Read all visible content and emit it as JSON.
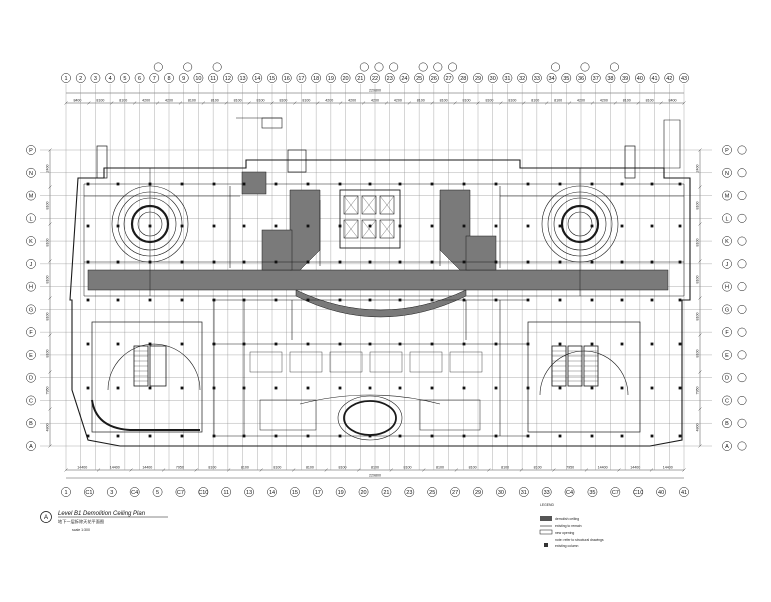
{
  "drawing": {
    "title_en": "Level B1 Demolition Ceiling Plan",
    "title_cn": "地下一层拆除天花平面图",
    "scale_note": "scale 1:300",
    "marker_letter": "A"
  },
  "grid": {
    "top_bubbles": [
      "1",
      "2",
      "3",
      "4",
      "5",
      "6",
      "7",
      "8",
      "9",
      "10",
      "11",
      "12",
      "13",
      "14",
      "15",
      "16",
      "17",
      "18",
      "19",
      "20",
      "21",
      "22",
      "23",
      "24",
      "25",
      "26",
      "27",
      "28",
      "29",
      "30",
      "31",
      "32",
      "33",
      "34",
      "35",
      "36",
      "37",
      "38",
      "39",
      "40",
      "41",
      "42",
      "43"
    ],
    "bottom_bubbles": [
      "1",
      "C1",
      "3",
      "C4",
      "5",
      "C7",
      "C10",
      "11",
      "13",
      "14",
      "15",
      "17",
      "19",
      "20",
      "21",
      "23",
      "25",
      "27",
      "29",
      "30",
      "31",
      "33",
      "C4",
      "35",
      "C7",
      "C10",
      "40",
      "41"
    ],
    "left_bubbles": [
      "P",
      "N",
      "M",
      "L",
      "K",
      "J",
      "H",
      "G",
      "F",
      "E",
      "D",
      "C",
      "B",
      "A"
    ],
    "right_bubbles": [
      "P",
      "N",
      "M",
      "L",
      "K",
      "J",
      "H",
      "G",
      "F",
      "E",
      "D",
      "C",
      "B",
      "A"
    ]
  },
  "dimensions": {
    "top_overall": "229800",
    "bottom_overall": "229800",
    "top_segments": [
      "8400",
      "8100",
      "8100",
      "4200",
      "4200",
      "8100",
      "8100",
      "8100",
      "8100",
      "8100",
      "8100",
      "4200",
      "4200",
      "4200",
      "4200",
      "8100",
      "8100",
      "8100",
      "8100",
      "8100",
      "8100",
      "8100",
      "4200",
      "4200",
      "8100",
      "8100",
      "8400"
    ],
    "bottom_segments": [
      "14400",
      "14400",
      "14400",
      "7950",
      "8100",
      "8100",
      "8100",
      "8100",
      "8100",
      "8100",
      "8100",
      "8100",
      "8100",
      "8100",
      "8100",
      "7950",
      "14400",
      "14400",
      "14400"
    ],
    "left_segments": [
      "2400",
      "8100",
      "8100",
      "8100",
      "8100",
      "8100",
      "7950",
      "4800"
    ],
    "right_segments": [
      "2400",
      "8100",
      "8100",
      "8100",
      "8100",
      "8100",
      "7950",
      "4800"
    ]
  },
  "legend": {
    "heading": "LEGEND",
    "items": [
      "demolish ceiling",
      "existing to remain",
      "new opening",
      "note: refer to structural drawings",
      "existing column"
    ]
  },
  "colors": {
    "line": "#1a1a1a",
    "hatch": "#7a7a7a",
    "hatch_light": "#b8b8b8",
    "background": "#ffffff"
  }
}
